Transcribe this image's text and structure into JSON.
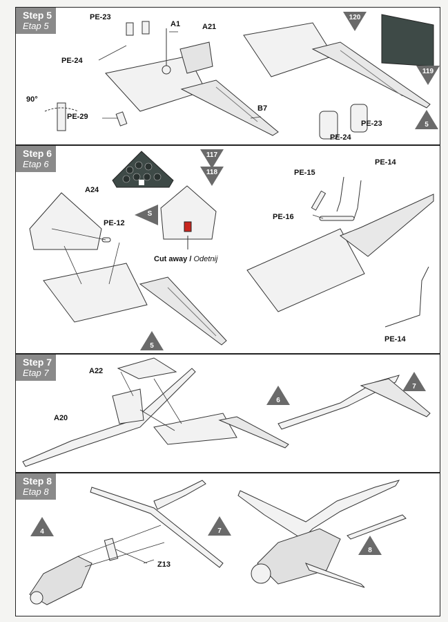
{
  "steps": {
    "s5": {
      "title": "Step 5",
      "etap": "Etap 5"
    },
    "s6": {
      "title": "Step 6",
      "etap": "Etap 6"
    },
    "s7": {
      "title": "Step 7",
      "etap": "Etap 7"
    },
    "s8": {
      "title": "Step 8",
      "etap": "Etap 8"
    }
  },
  "step5": {
    "labels": {
      "pe23": "PE-23",
      "a1": "A1",
      "a21": "A21",
      "pe24": "PE-24",
      "angle": "90°",
      "pe29": "PE-29",
      "b7": "B7",
      "pe23b": "PE-23",
      "pe24b": "PE-24"
    },
    "markers": {
      "m120": "120",
      "m119": "119",
      "m5": "5"
    }
  },
  "step6": {
    "labels": {
      "a24": "A24",
      "pe12": "PE-12",
      "pe15": "PE-15",
      "pe14": "PE-14",
      "pe16": "PE-16",
      "pe14b": "PE-14",
      "cut": "Cut away",
      "cut_pl": "Odetnij"
    },
    "markers": {
      "m117": "117",
      "m118": "118",
      "mS": "S",
      "m5": "5"
    }
  },
  "step7": {
    "labels": {
      "a22": "A22",
      "a20": "A20"
    },
    "markers": {
      "m6": "6",
      "m7": "7"
    }
  },
  "step8": {
    "labels": {
      "z13": "Z13"
    },
    "markers": {
      "m4": "4",
      "m7": "7",
      "m8": "8"
    }
  },
  "colors": {
    "marker_fill": "#6a6a6a",
    "panel_tag": "#8a8a8a",
    "instrument_panel": "#3e4a47",
    "cut_red": "#c8261f"
  }
}
